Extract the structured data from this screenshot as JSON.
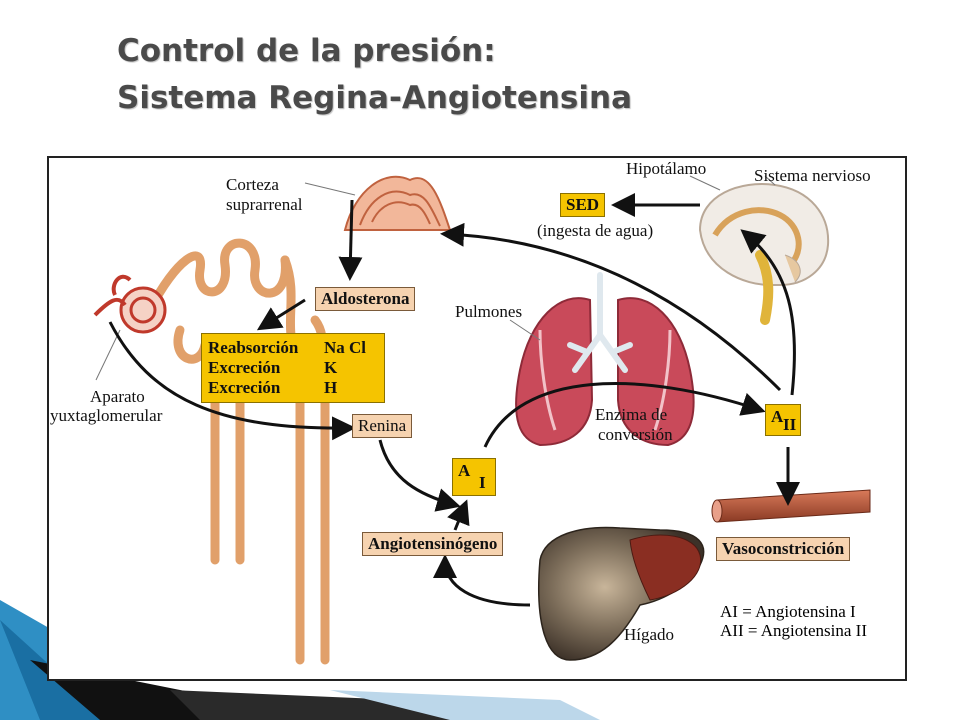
{
  "slide": {
    "title_line1": "Control de la presión:",
    "title_line2": "Sistema Regina-Angiotensina"
  },
  "diagram": {
    "labels": {
      "corteza": "Corteza",
      "suprarrenal": "suprarrenal",
      "hipotalamo": "Hipotálamo",
      "sistema_nervioso": "Sistema nervioso",
      "sed": "SED",
      "ingesta": "(ingesta de agua)",
      "aldosterona": "Aldosterona",
      "pulmones": "Pulmones",
      "aparato": "Aparato",
      "yuxtaglomerular": "yuxtaglomerular",
      "renina": "Renina",
      "enzima": "Enzima de",
      "conversion": "conversión",
      "angiotensinogeno": "Angiotensinógeno",
      "vasoconstriccion": "Vasoconstricción",
      "higado": "Hígado"
    },
    "reabsorcion_box": {
      "rows": [
        {
          "label": "Reabsorción",
          "ion": "Na  Cl"
        },
        {
          "label": "Excreción",
          "ion": "K"
        },
        {
          "label": "Excreción",
          "ion": "H"
        }
      ]
    },
    "ai_box": {
      "main": "A",
      "sub": "I"
    },
    "aii_box": {
      "main": "A",
      "sub": "II"
    },
    "legend": {
      "line1": "AI = Angiotensina I",
      "line2": "AII = Angiotensina II"
    },
    "colors": {
      "yellow_box": "#f5c400",
      "peach_box": "#f6d3b0",
      "kidney_tubule": "#f3c99a",
      "lung": "#c94a5a",
      "liver": "#8a4a3a",
      "vessel": "#b5543a",
      "arrow": "#111111"
    }
  }
}
